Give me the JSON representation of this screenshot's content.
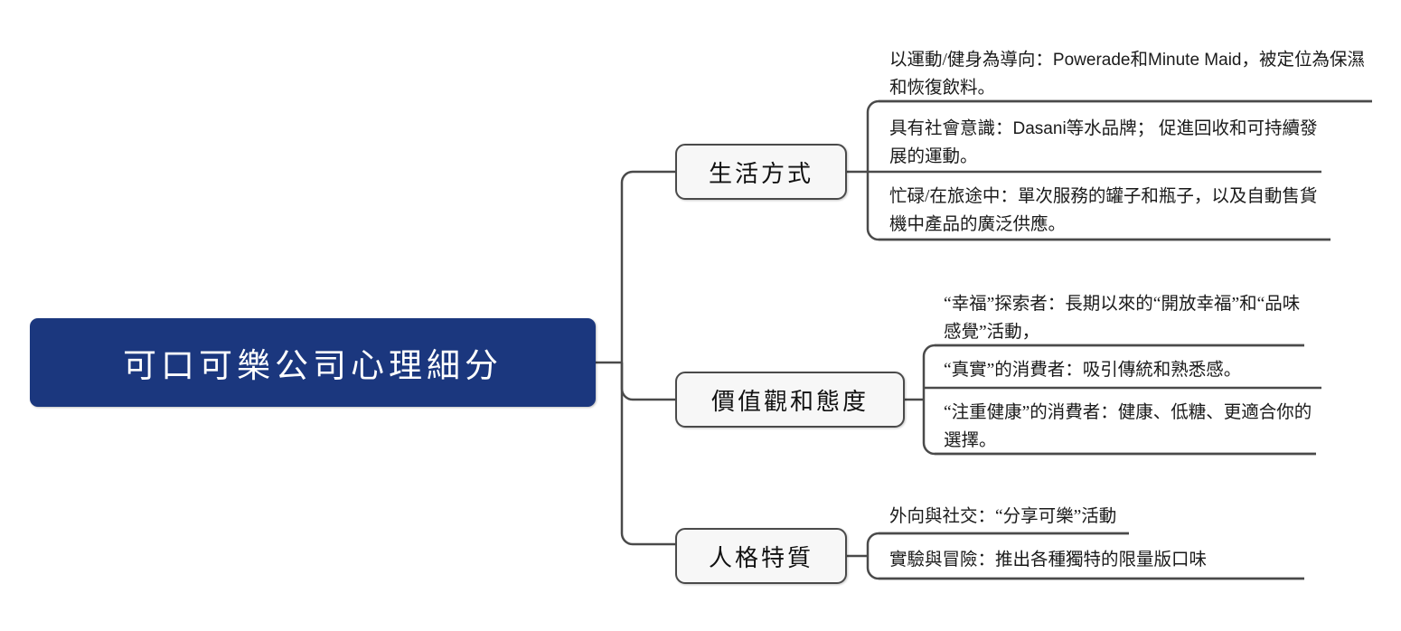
{
  "diagram": {
    "type": "mind-map",
    "title": "可口可樂公司心理細分",
    "colors": {
      "root_fill": "#1b377e",
      "root_text": "#ffffff",
      "node_fill": "#f7f7f7",
      "node_border": "#4a4a4a",
      "connector": "#4a4a4a",
      "leaf_text": "#1a1a1a",
      "background": "#ffffff"
    },
    "root": {
      "label": "可口可樂公司心理細分"
    },
    "branches": [
      {
        "id": "lifestyle",
        "label": "生活方式",
        "leaves": [
          {
            "id": "l1",
            "segments": [
              {
                "text": "以運動/健身為導向：",
                "script": "cjk"
              },
              {
                "text": "Powerade",
                "script": "latin"
              },
              {
                "text": "和",
                "script": "cjk"
              },
              {
                "text": "Minute Maid",
                "script": "latin"
              },
              {
                "text": "，被定位為保濕和恢復飲料。",
                "script": "cjk"
              }
            ],
            "plain": "以運動/健身為導向：Powerade和Minute Maid，被定位為保濕和恢復飲料。"
          },
          {
            "id": "l2",
            "segments": [
              {
                "text": "具有社會意識：",
                "script": "cjk"
              },
              {
                "text": "Dasani",
                "script": "latin"
              },
              {
                "text": "等水品牌； 促進回收和可持續發展的運動。",
                "script": "cjk"
              }
            ],
            "plain": "具有社會意識：Dasani等水品牌； 促進回收和可持續發展的運動。"
          },
          {
            "id": "l3",
            "segments": [
              {
                "text": "忙碌/在旅途中：單次服務的罐子和瓶子，以及自動售貨機中產品的廣泛供應。",
                "script": "cjk"
              }
            ],
            "plain": "忙碌/在旅途中：單次服務的罐子和瓶子，以及自動售貨機中產品的廣泛供應。"
          }
        ]
      },
      {
        "id": "values",
        "label": "價值觀和態度",
        "leaves": [
          {
            "id": "v1",
            "segments": [
              {
                "text": "“幸福”探索者：長期以來的“開放幸福”和“品味感覺”活動，",
                "script": "cjk"
              }
            ],
            "plain": "“幸福”探索者：長期以來的“開放幸福”和“品味感覺”活動，"
          },
          {
            "id": "v2",
            "segments": [
              {
                "text": "“真實”的消費者：吸引傳統和熟悉感。",
                "script": "cjk"
              }
            ],
            "plain": "“真實”的消費者：吸引傳統和熟悉感。"
          },
          {
            "id": "v3",
            "segments": [
              {
                "text": "“注重健康”的消費者：健康、低糖、更適合你的選擇。",
                "script": "cjk"
              }
            ],
            "plain": "“注重健康”的消費者：健康、低糖、更適合你的選擇。"
          }
        ]
      },
      {
        "id": "personality",
        "label": "人格特質",
        "leaves": [
          {
            "id": "p1",
            "segments": [
              {
                "text": "外向與社交：“分享可樂”活動",
                "script": "cjk"
              }
            ],
            "plain": "外向與社交：“分享可樂”活動"
          },
          {
            "id": "p2",
            "segments": [
              {
                "text": "實驗與冒險：推出各種獨特的限量版口味",
                "script": "cjk"
              }
            ],
            "plain": "實驗與冒險：推出各種獨特的限量版口味"
          }
        ]
      }
    ]
  }
}
